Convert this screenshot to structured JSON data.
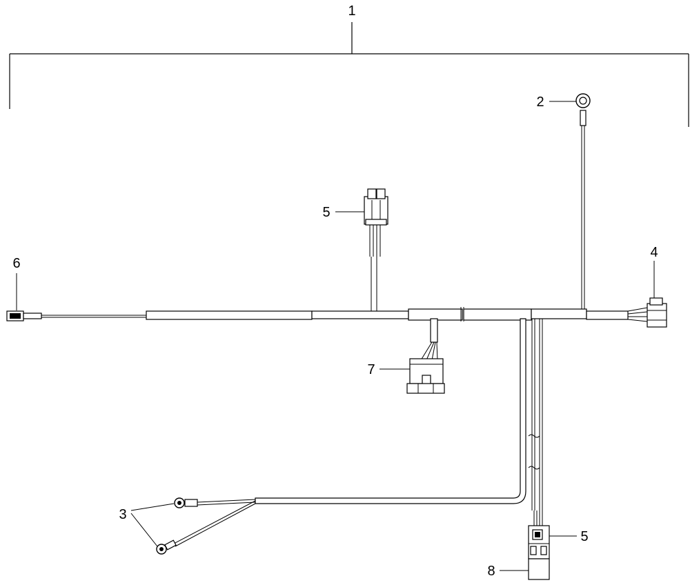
{
  "callouts": {
    "assembly": "1",
    "ring_terminal_top": "2",
    "ring_terminals_bottom": "3",
    "connector_right": "4",
    "connector_upper": "5",
    "connector_left": "6",
    "connector_center": "7",
    "connector_lower_5": "5",
    "connector_lower_8": "8"
  }
}
